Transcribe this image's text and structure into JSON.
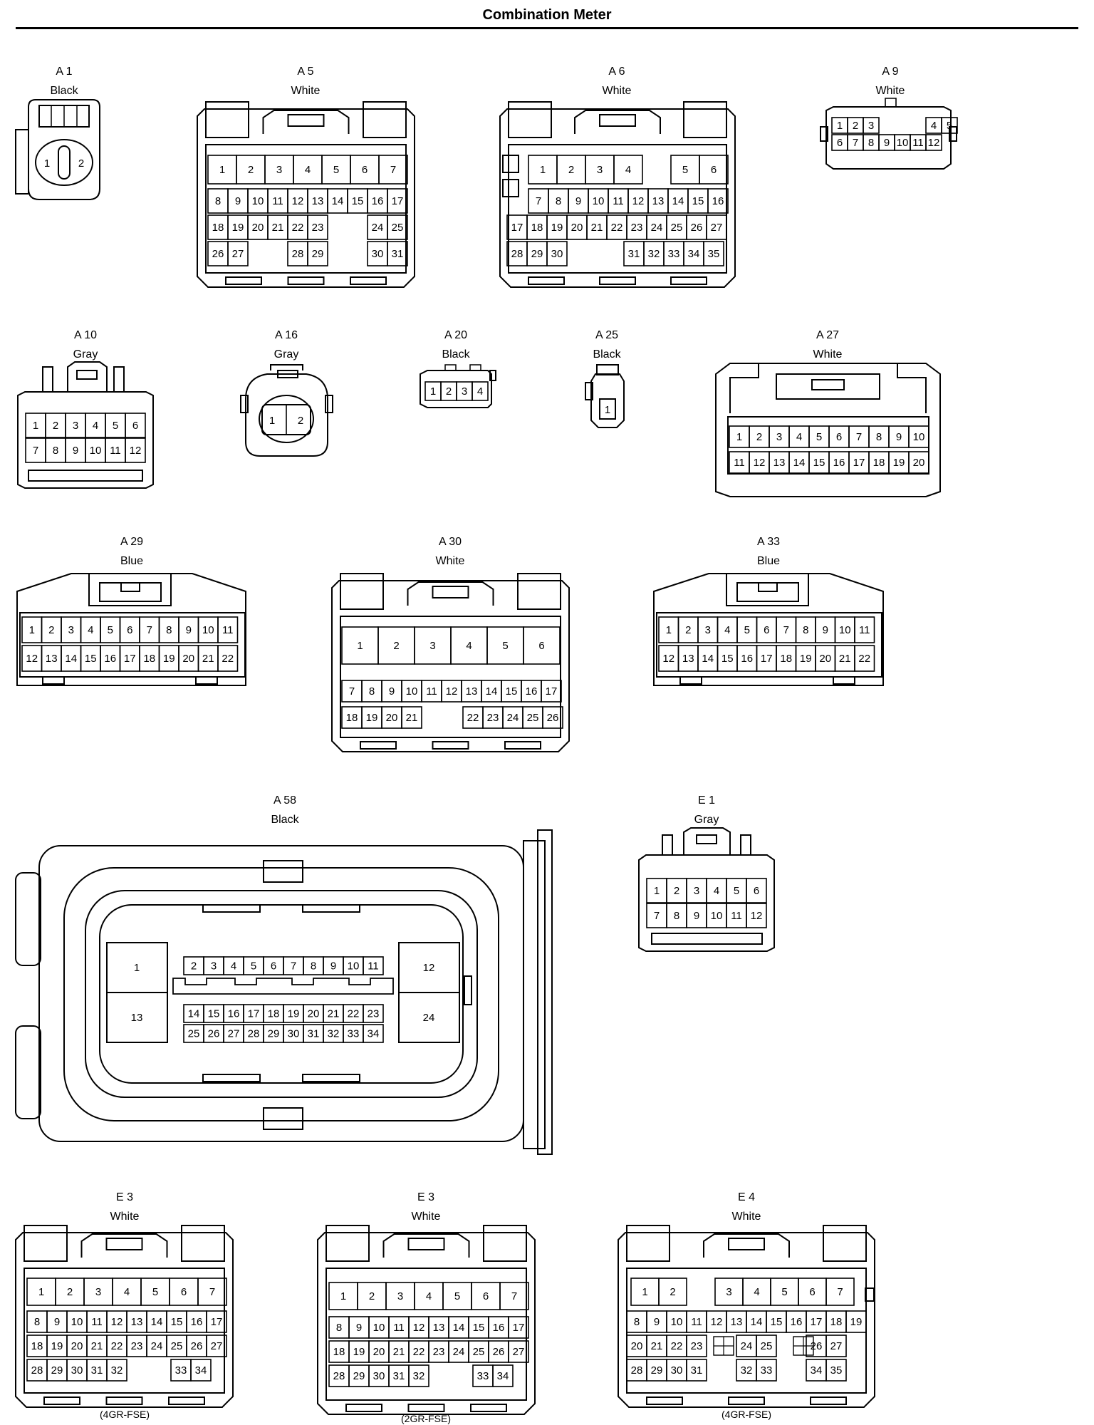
{
  "page_title": "Combination Meter",
  "connectors": [
    {
      "id": "A 1",
      "color": "Black",
      "rows": [
        [
          "1",
          "2"
        ]
      ]
    },
    {
      "id": "A 5",
      "color": "White",
      "rows": [
        [
          "1",
          "2",
          "3",
          "4",
          "5",
          "6",
          "7"
        ],
        [
          "8",
          "9",
          "10",
          "11",
          "12",
          "13",
          "14",
          "15",
          "16",
          "17"
        ],
        [
          "18",
          "19",
          "20",
          "21",
          "22",
          "23",
          "",
          "24",
          "25"
        ],
        [
          "26",
          "27",
          "",
          "28",
          "29",
          "",
          "30",
          "31"
        ]
      ]
    },
    {
      "id": "A 6",
      "color": "White",
      "rows": [
        [
          "1",
          "2",
          "3",
          "4",
          "",
          "5",
          "6"
        ],
        [
          "7",
          "8",
          "9",
          "10",
          "11",
          "12",
          "13",
          "14",
          "15",
          "16"
        ],
        [
          "17",
          "18",
          "19",
          "20",
          "21",
          "22",
          "23",
          "24",
          "25",
          "26",
          "27"
        ],
        [
          "28",
          "29",
          "30",
          "",
          "31",
          "32",
          "33",
          "34",
          "35"
        ]
      ]
    },
    {
      "id": "A 9",
      "color": "White",
      "rows": [
        [
          "1",
          "2",
          "3",
          "",
          "4",
          "5"
        ],
        [
          "6",
          "7",
          "8",
          "9",
          "10",
          "11",
          "12"
        ]
      ]
    },
    {
      "id": "A 10",
      "color": "Gray",
      "rows": [
        [
          "1",
          "2",
          "3",
          "4",
          "5",
          "6"
        ],
        [
          "7",
          "8",
          "9",
          "10",
          "11",
          "12"
        ]
      ]
    },
    {
      "id": "A 16",
      "color": "Gray",
      "rows": [
        [
          "1",
          "2"
        ]
      ]
    },
    {
      "id": "A 20",
      "color": "Black",
      "rows": [
        [
          "1",
          "2",
          "3",
          "4"
        ]
      ]
    },
    {
      "id": "A 25",
      "color": "Black",
      "rows": [
        [
          "1"
        ]
      ]
    },
    {
      "id": "A 27",
      "color": "White",
      "rows": [
        [
          "1",
          "2",
          "3",
          "4",
          "5",
          "6",
          "7",
          "8",
          "9",
          "10"
        ],
        [
          "11",
          "12",
          "13",
          "14",
          "15",
          "16",
          "17",
          "18",
          "19",
          "20"
        ]
      ]
    },
    {
      "id": "A 29",
      "color": "Blue",
      "rows": [
        [
          "1",
          "2",
          "3",
          "4",
          "5",
          "6",
          "7",
          "8",
          "9",
          "10",
          "11"
        ],
        [
          "12",
          "13",
          "14",
          "15",
          "16",
          "17",
          "18",
          "19",
          "20",
          "21",
          "22"
        ]
      ]
    },
    {
      "id": "A 30",
      "color": "White",
      "rows": [
        [
          "1",
          "2",
          "3",
          "4",
          "5",
          "6"
        ],
        [
          "7",
          "8",
          "9",
          "10",
          "11",
          "12",
          "13",
          "14",
          "15",
          "16",
          "17"
        ],
        [
          "18",
          "19",
          "20",
          "21",
          "",
          "22",
          "23",
          "24",
          "25",
          "26"
        ]
      ]
    },
    {
      "id": "A 33",
      "color": "Blue",
      "rows": [
        [
          "1",
          "2",
          "3",
          "4",
          "5",
          "6",
          "7",
          "8",
          "9",
          "10",
          "11"
        ],
        [
          "12",
          "13",
          "14",
          "15",
          "16",
          "17",
          "18",
          "19",
          "20",
          "21",
          "22"
        ]
      ]
    },
    {
      "id": "A 58",
      "color": "Black",
      "rows": [
        [
          "1",
          "13"
        ],
        [
          "2",
          "3",
          "4",
          "5",
          "6",
          "7",
          "8",
          "9",
          "10",
          "11"
        ],
        [
          "14",
          "15",
          "16",
          "17",
          "18",
          "19",
          "20",
          "21",
          "22",
          "23"
        ],
        [
          "25",
          "26",
          "27",
          "28",
          "29",
          "30",
          "31",
          "32",
          "33",
          "34"
        ],
        [
          "12",
          "24"
        ]
      ]
    },
    {
      "id": "E 1",
      "color": "Gray",
      "rows": [
        [
          "1",
          "2",
          "3",
          "4",
          "5",
          "6"
        ],
        [
          "7",
          "8",
          "9",
          "10",
          "11",
          "12"
        ]
      ]
    },
    {
      "id": "E 3",
      "color": "White",
      "note": "(4GR-FSE)",
      "rows": [
        [
          "1",
          "2",
          "3",
          "4",
          "5",
          "6",
          "7"
        ],
        [
          "8",
          "9",
          "10",
          "11",
          "12",
          "13",
          "14",
          "15",
          "16",
          "17"
        ],
        [
          "18",
          "19",
          "20",
          "21",
          "22",
          "23",
          "24",
          "25",
          "26",
          "27"
        ],
        [
          "28",
          "29",
          "30",
          "31",
          "32",
          "",
          "33",
          "34"
        ]
      ]
    },
    {
      "id": "E 3",
      "color": "White",
      "note": "(2GR-FSE)",
      "rows": [
        [
          "1",
          "2",
          "3",
          "4",
          "5",
          "6",
          "7"
        ],
        [
          "8",
          "9",
          "10",
          "11",
          "12",
          "13",
          "14",
          "15",
          "16",
          "17"
        ],
        [
          "18",
          "19",
          "20",
          "21",
          "22",
          "23",
          "24",
          "25",
          "26",
          "27"
        ],
        [
          "28",
          "29",
          "30",
          "31",
          "32",
          "",
          "33",
          "34"
        ]
      ]
    },
    {
      "id": "E 4",
      "color": "White",
      "note": "(4GR-FSE)",
      "rows": [
        [
          "1",
          "2",
          "",
          "3",
          "4",
          "5",
          "6",
          "7"
        ],
        [
          "8",
          "9",
          "10",
          "11",
          "12",
          "13",
          "14",
          "15",
          "16",
          "17",
          "18",
          "19"
        ],
        [
          "20",
          "21",
          "22",
          "23",
          "",
          "24",
          "25",
          "",
          "26",
          "27"
        ],
        [
          "28",
          "29",
          "30",
          "31",
          "",
          "32",
          "33",
          "",
          "34",
          "35"
        ]
      ]
    }
  ]
}
